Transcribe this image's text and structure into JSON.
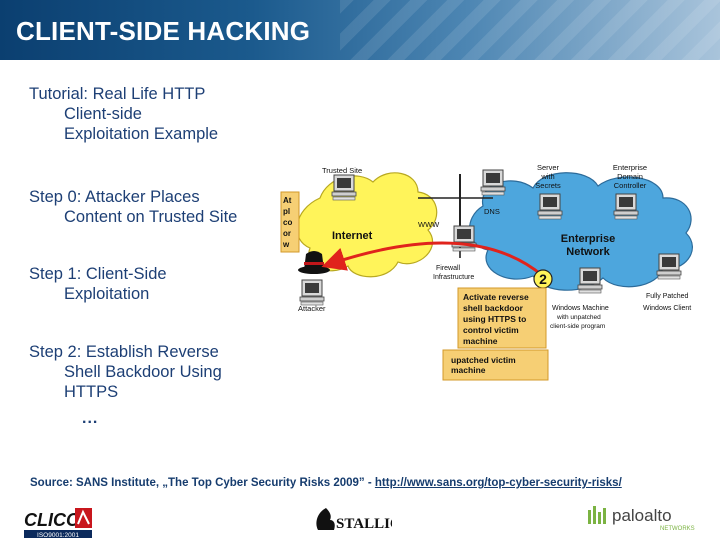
{
  "header": {
    "title": "CLIENT-SIDE HACKING"
  },
  "body": {
    "tutorial": [
      "Tutorial: Real Life HTTP",
      "Client-side",
      "Exploitation Example"
    ],
    "step0": [
      "Step 0: Attacker Places",
      "Content on Trusted Site"
    ],
    "step1": [
      "Step 1: Client-Side",
      "Exploitation"
    ],
    "step2": [
      "Step 2: Establish Reverse",
      "Shell Backdoor Using",
      "HTTPS"
    ],
    "ellipsis": "..."
  },
  "diagram": {
    "trusted_site": "Trusted Site",
    "server_secrets": [
      "Server",
      "with",
      "Secrets"
    ],
    "domain_controller": [
      "Enterprise",
      "Domain",
      "Controller"
    ],
    "dns": "DNS",
    "www": "WWW",
    "internet": "Internet",
    "enterprise_network": [
      "Enterprise",
      "Network"
    ],
    "firewall": [
      "Firewall",
      "Infrastructure"
    ],
    "attacker": "Attacker",
    "step_number": "2",
    "activate_box": [
      "Activate reverse",
      "shell backdoor",
      "using HTTPS to",
      "control victim",
      "machine"
    ],
    "victim_box": [
      "upatched victim",
      "machine"
    ],
    "windows_machine": [
      "Windows Machine",
      "with unpatched",
      "client-side program"
    ],
    "fully_patched": [
      "Fully Patched",
      "Windows Client"
    ],
    "truncated_left": [
      "At",
      "pl",
      "co",
      "or",
      "w"
    ]
  },
  "footer": {
    "source_text": "Source: SANS Institute, „The Top Cyber Security Risks 2009” - ",
    "source_link": "http://www.sans.org/top-cyber-security-risks/",
    "logo_clico": "CLICO",
    "logo_clico_iso": "ISO9001:2001",
    "logo_stallion": "STALLION",
    "logo_paloalto": "paloalto",
    "logo_paloalto_sub": "NETWORKS"
  },
  "colors": {
    "header_dark": "#0b3f70",
    "text_blue": "#1d3f75",
    "internet_yellow": "#fff45a",
    "enterprise_blue": "#4da6dd",
    "callout": "#f6cf74",
    "arrow_red": "#e0231c"
  }
}
